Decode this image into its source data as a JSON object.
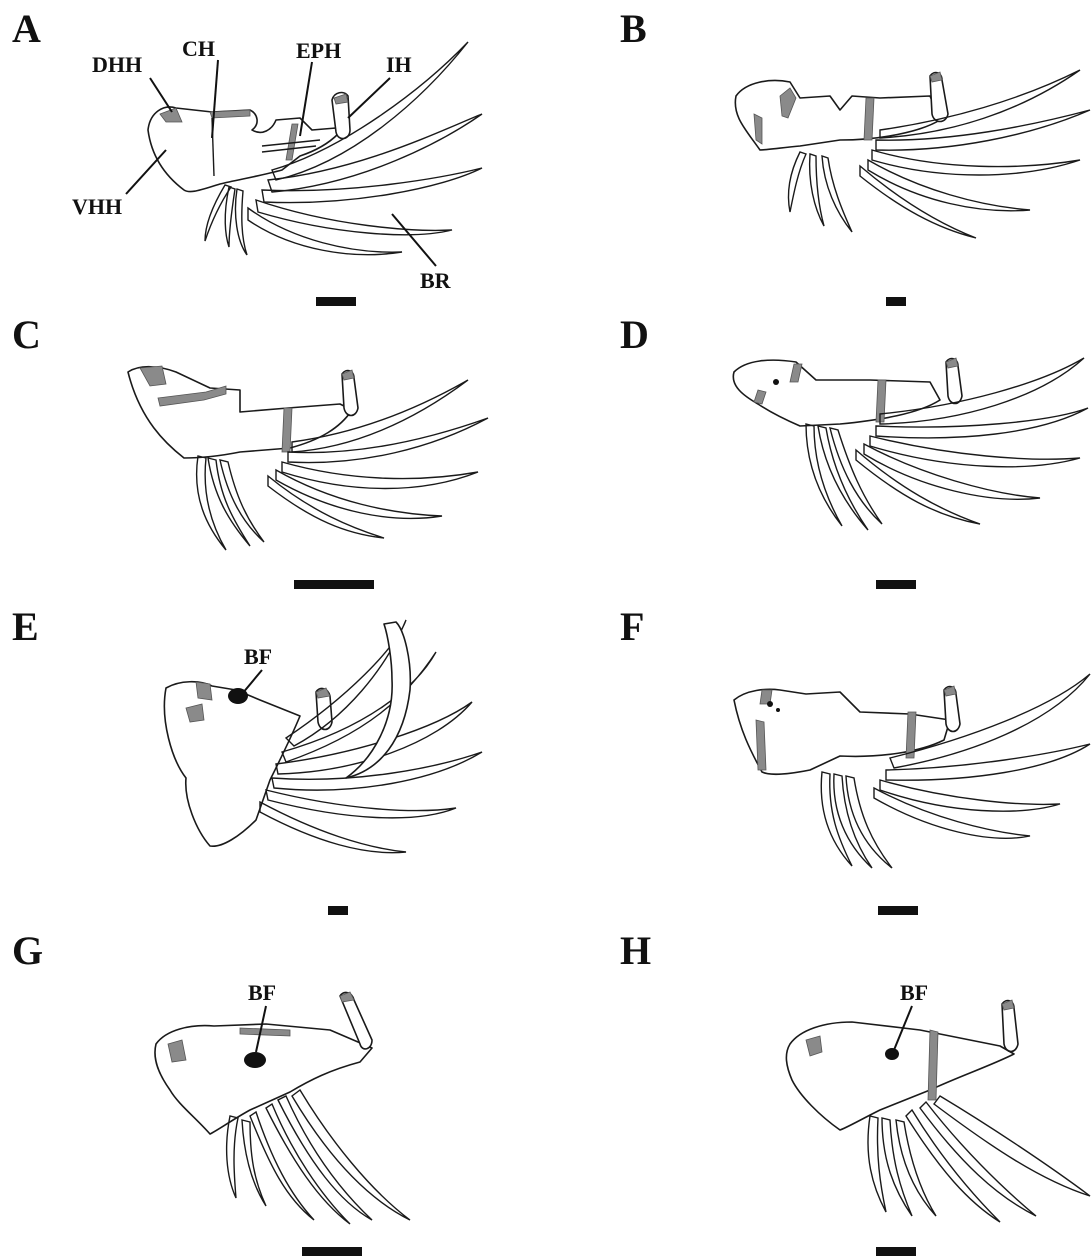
{
  "panels": [
    {
      "letter": "A",
      "labels": {
        "dhh": "DHH",
        "ch": "CH",
        "eph": "EPH",
        "ih": "IH",
        "vhh": "VHH",
        "br": "BR"
      }
    },
    {
      "letter": "B"
    },
    {
      "letter": "C"
    },
    {
      "letter": "D"
    },
    {
      "letter": "E",
      "labels": {
        "bf": "BF"
      }
    },
    {
      "letter": "F"
    },
    {
      "letter": "G",
      "labels": {
        "bf": "BF"
      }
    },
    {
      "letter": "H",
      "labels": {
        "bf": "BF"
      }
    }
  ]
}
